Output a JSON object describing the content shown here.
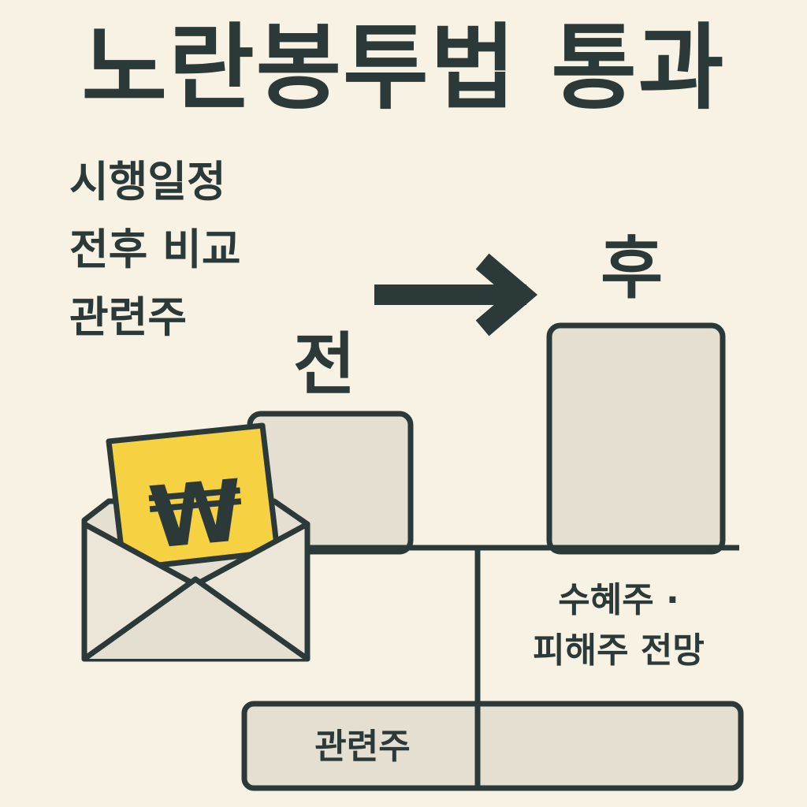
{
  "title": "노란봉투법 통과",
  "topics": [
    "시행일정",
    "전후 비교",
    "관련주"
  ],
  "before_label": "전",
  "after_label": "후",
  "outlook_line1": "수혜주 ·",
  "outlook_line2": "피해주 전망",
  "stocks_label": "관련주",
  "currency_symbol": "₩",
  "icons": [
    "arrow-right-icon",
    "envelope-icon",
    "won-banknote-icon"
  ],
  "colors": {
    "background": "#f8f2e5",
    "ink": "#2b3a39",
    "bar_fill": "#e5dfd1",
    "banknote": "#f6d142"
  }
}
